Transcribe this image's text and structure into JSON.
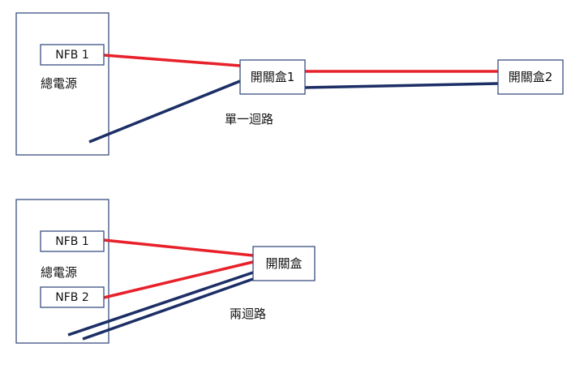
{
  "colors": {
    "live_wire": "#e8202a",
    "neutral_wire": "#1c2e66",
    "box_border": "#3a4f82"
  },
  "top": {
    "panel_label": "總電源",
    "breaker_1": "NFB 1",
    "switch_box_1": "開關盒1",
    "switch_box_2": "開關盒2",
    "caption": "單一迴路"
  },
  "bottom": {
    "panel_label": "總電源",
    "breaker_1": "NFB 1",
    "breaker_2": "NFB 2",
    "switch_box": "開關盒",
    "caption": "兩迴路"
  }
}
